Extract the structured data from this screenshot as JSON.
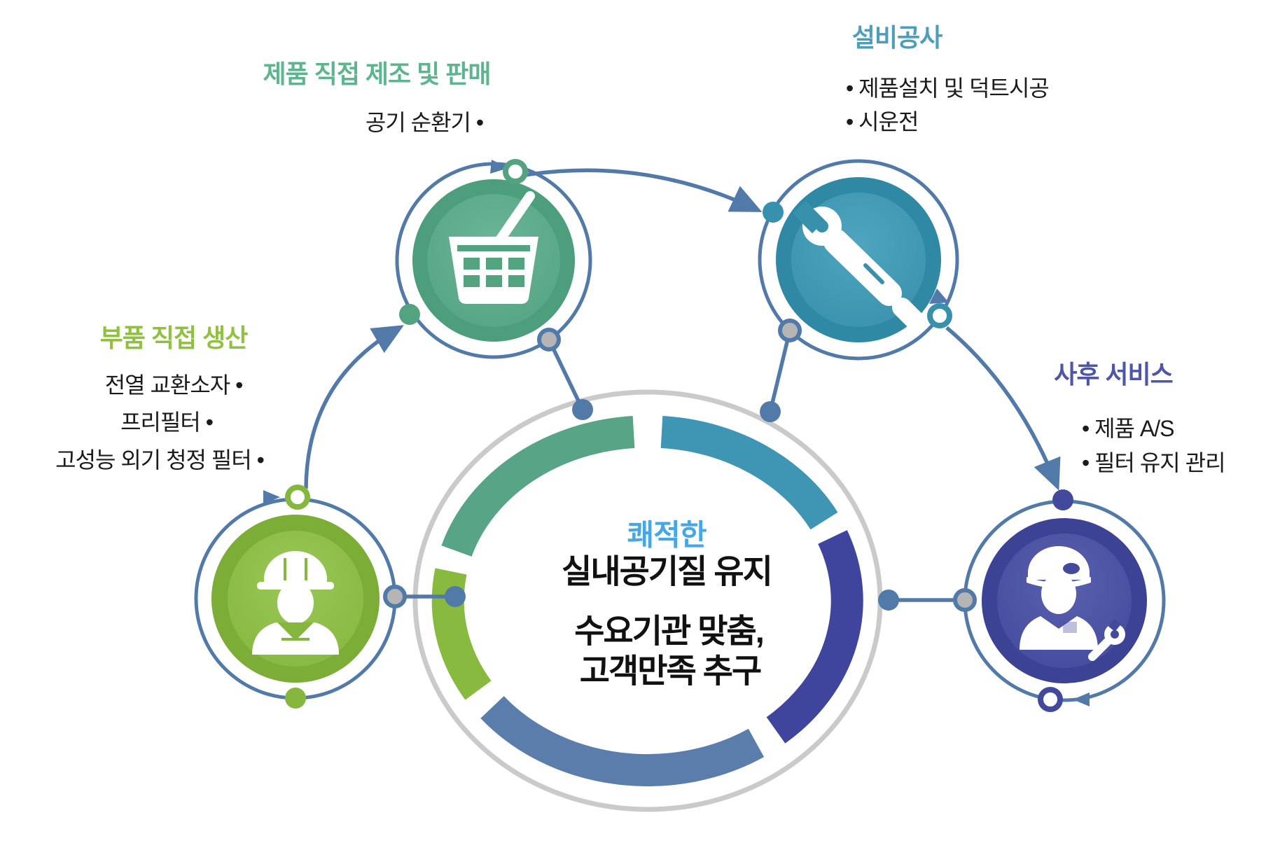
{
  "diagram_title": "",
  "colors": {
    "connector_blue": "#527aa9",
    "ring_gray": "#cacaca",
    "dot_gray": "#b5b5b5",
    "sky_blue": "#45a7e3",
    "segment_green": "#57a586",
    "segment_teal": "#3e96b4",
    "segment_lime": "#88ba40",
    "segment_steel": "#5b7dac",
    "segment_navy": "#3f459c"
  },
  "sections": [
    {
      "key": "parts",
      "title": "부품 직접 생산",
      "title_color": "#8fc13e",
      "node_color": "#8aba45",
      "icon": "worker-icon",
      "items": [
        "전열 교환소자 •",
        "프리필터 •",
        "고성능 외기 청정 필터 •"
      ]
    },
    {
      "key": "manufacture",
      "title": "제품 직접 제조 및 판매",
      "title_color": "#5cb58d",
      "node_color": "#57a885",
      "icon": "basket-icon",
      "items": [
        "공기 순환기 •"
      ]
    },
    {
      "key": "install",
      "title": "설비공사",
      "title_color": "#4d9dbd",
      "node_color": "#3b93af",
      "icon": "tools-icon",
      "items": [
        "• 제품설치 및 덕트시공",
        "• 시운전"
      ]
    },
    {
      "key": "service",
      "title": "사후 서비스",
      "title_color": "#4f55a7",
      "node_color": "#474da0",
      "icon": "engineer-icon",
      "items": [
        "• 제품 A/S",
        "• 필터 유지 관리"
      ]
    }
  ],
  "center": {
    "headline": "쾌적한",
    "headline_color": "#45a7e3",
    "line2": "실내공기질 유지",
    "line3": "수요기관 맞춤,",
    "line4": "고객만족 추구"
  }
}
